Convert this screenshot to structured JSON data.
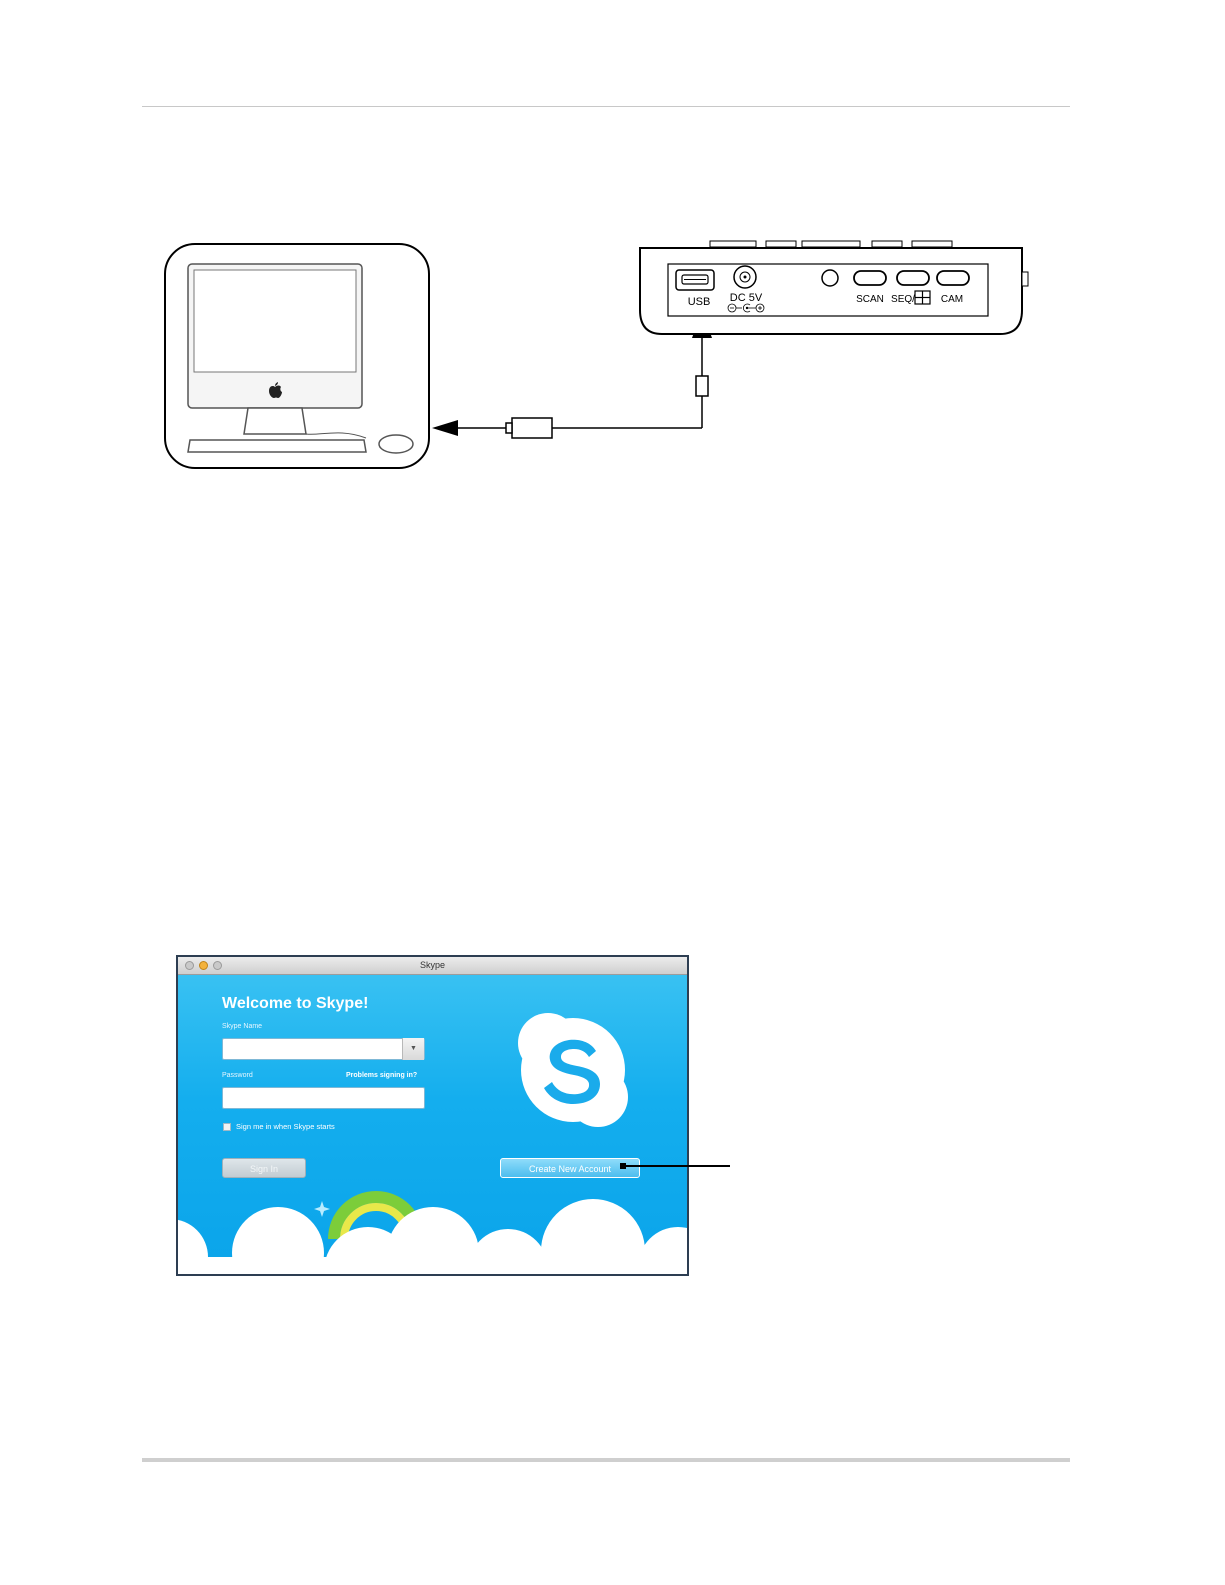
{
  "device": {
    "usb_label": "USB",
    "dc_label": "DC 5V",
    "scan_label": "SCAN",
    "seq_label": "SEQ/",
    "cam_label": "CAM"
  },
  "skype": {
    "window_title": "Skype",
    "welcome": "Welcome to Skype!",
    "skype_name_label": "Skype Name",
    "skype_name_value": "",
    "password_label": "Password",
    "password_value": "",
    "problems_link": "Problems signing in?",
    "remember_label": "Sign me in when Skype starts",
    "remember_checked": false,
    "signin_label": "Sign In",
    "create_account_label": "Create New Account"
  },
  "colors": {
    "skype_blue": "#12aeee",
    "skype_logo": "#ffffff",
    "rainbow_green": "#7ccd3a",
    "rainbow_yellow": "#e8e84a"
  }
}
